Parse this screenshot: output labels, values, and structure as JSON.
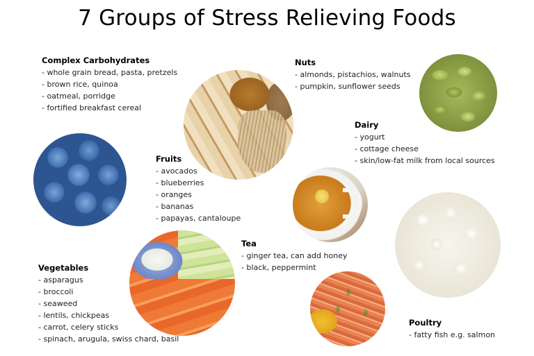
{
  "title": "7 Groups of Stress Relieving Foods",
  "groups": {
    "carbs": {
      "heading": "Complex Carbohydrates",
      "items": [
        "- whole grain bread, pasta, pretzels",
        "- brown rice, quinoa",
        "- oatmeal, porridge",
        "- fortified breakfast cereal"
      ]
    },
    "nuts": {
      "heading": "Nuts",
      "items": [
        "- almonds, pistachios, walnuts",
        "- pumpkin, sunflower seeds"
      ]
    },
    "dairy": {
      "heading": "Dairy",
      "items": [
        "- yogurt",
        "- cottage cheese",
        "- skin/low-fat milk from local sources"
      ]
    },
    "fruits": {
      "heading": "Fruits",
      "items": [
        "- avocados",
        "- blueberries",
        "- oranges",
        "- bananas",
        "- papayas, cantaloupe"
      ]
    },
    "tea": {
      "heading": "Tea",
      "items": [
        "- ginger tea, can add honey",
        "- black, peppermint"
      ]
    },
    "vegetables": {
      "heading": "Vegetables",
      "items": [
        "- asparagus",
        "- broccoli",
        "- seaweed",
        "- lentils, chickpeas",
        "- carrot, celery sticks",
        "- spinach, arugula, swiss chard, basil"
      ]
    },
    "poultry": {
      "heading": "Poultry",
      "items": [
        "- fatty fish e.g. salmon"
      ]
    }
  },
  "images": {
    "bread": "whole grain bread and wheat",
    "nuts": "shelled pistachios",
    "blueberries": "blueberries",
    "tea": "cup of ginger tea",
    "cheese": "cottage cheese",
    "vegetables": "carrot and celery sticks with dip",
    "salmon": "grilled salmon with herbs and lemon"
  }
}
